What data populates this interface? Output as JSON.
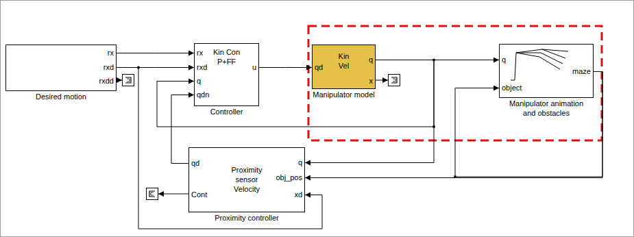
{
  "diagram": {
    "nodes": [
      {
        "text": [
          "rx",
          "rxd",
          "rxdd",
          "Desired motion"
        ]
      },
      {
        "text": [
          "rx",
          "rxd",
          "q",
          "qdn",
          "Kin Con P+FF",
          "u",
          "Controller"
        ]
      },
      {
        "text": [
          "qd",
          "Kin Vel",
          "q",
          "x",
          "Manipulator model"
        ]
      },
      {
        "text": [
          "q",
          "object",
          "maze",
          "Manipulator animation and obstacles"
        ]
      },
      {
        "text": [
          "qd",
          "Cont",
          "Proximity sensor Velocity",
          "q",
          "obj_pos",
          "xd",
          "Proximity controller"
        ]
      }
    ],
    "edges": [
      {
        "from": 0,
        "to": 1,
        "arrow": "to"
      },
      {
        "from": 0,
        "to": 1,
        "arrow": "to"
      },
      {
        "from": 0,
        "to": 4,
        "arrow": "to"
      },
      {
        "from": 1,
        "to": 2,
        "arrow": "to"
      },
      {
        "from": 2,
        "to": 3,
        "arrow": "to"
      },
      {
        "from": 2,
        "to": 1,
        "arrow": "to"
      },
      {
        "from": 2,
        "to": 4,
        "arrow": "to"
      },
      {
        "from": 3,
        "to": 3,
        "arrow": "to"
      },
      {
        "from": 3,
        "to": 4,
        "arrow": "to"
      },
      {
        "from": 4,
        "to": 1,
        "arrow": "to"
      }
    ]
  }
}
